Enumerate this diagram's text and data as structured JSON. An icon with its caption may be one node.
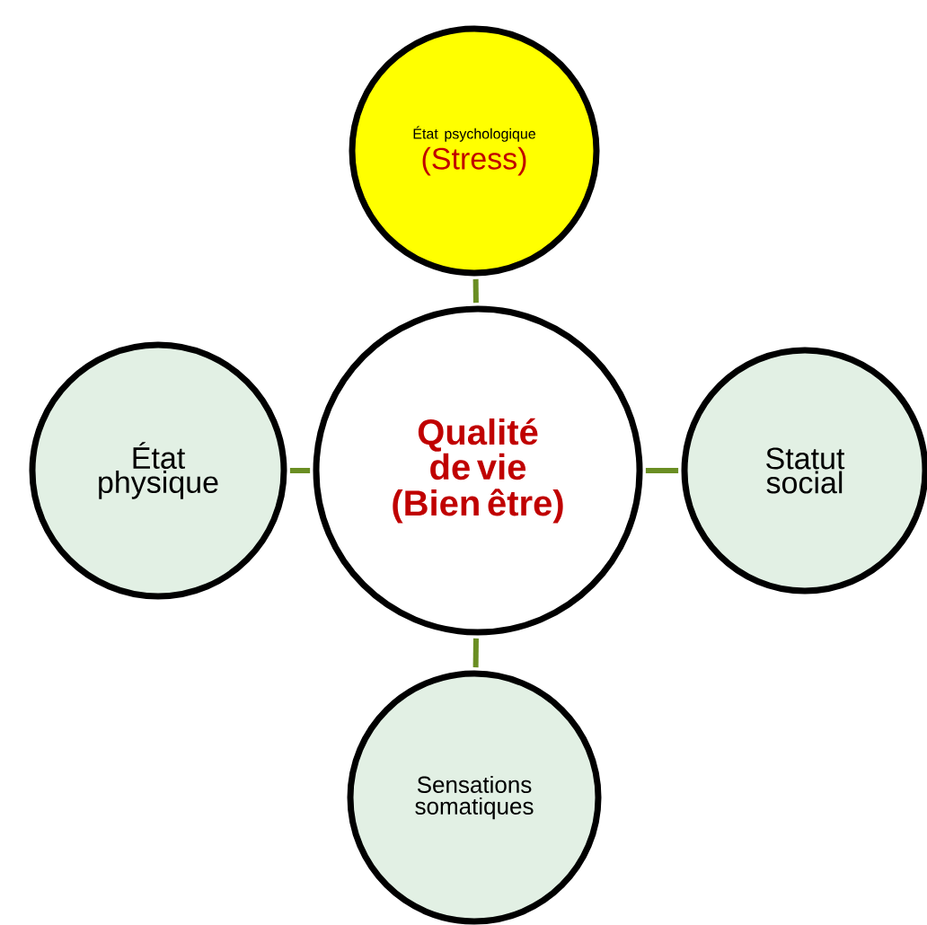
{
  "diagram": {
    "nodes": [
      {
        "text": [
          "Qualité de vie",
          "(Bien être)"
        ]
      },
      {
        "text": [
          "État psychologique",
          "(Stress)"
        ]
      },
      {
        "text": [
          "État physique"
        ]
      },
      {
        "text": [
          "Statut social"
        ]
      },
      {
        "text": [
          "Sensations somatiques"
        ]
      }
    ],
    "edges": [
      {
        "from": 0,
        "to": 1,
        "arrow": "none"
      },
      {
        "from": 0,
        "to": 2,
        "arrow": "none"
      },
      {
        "from": 0,
        "to": 3,
        "arrow": "none"
      },
      {
        "from": 0,
        "to": 4,
        "arrow": "none"
      }
    ]
  }
}
